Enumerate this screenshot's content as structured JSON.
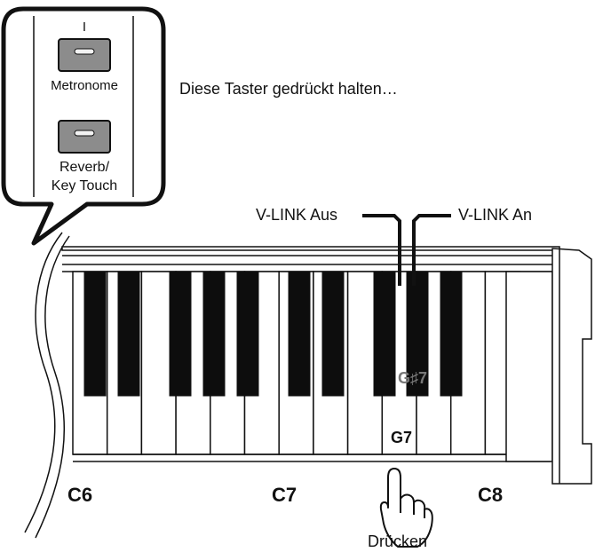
{
  "panel": {
    "indicator_mark": "I",
    "metronome_label": "Metronome",
    "reverb_label_line1": "Reverb/",
    "reverb_label_line2": "Key Touch"
  },
  "instruction_text": "Diese Taster gedrückt halten…",
  "vlink": {
    "off_label": "V-LINK Aus",
    "on_label": "V-LINK An"
  },
  "keys": {
    "black_key_label": "G♯7",
    "white_key_label": "G7",
    "octave_labels": [
      "C6",
      "C7",
      "C8"
    ]
  },
  "press_label": "Drücken",
  "colors": {
    "ink": "#111111",
    "button_fill": "#8c8c8c",
    "button_led": "#f2f2f2",
    "black_key": "#0d0d0d",
    "white_key": "#ffffff"
  }
}
